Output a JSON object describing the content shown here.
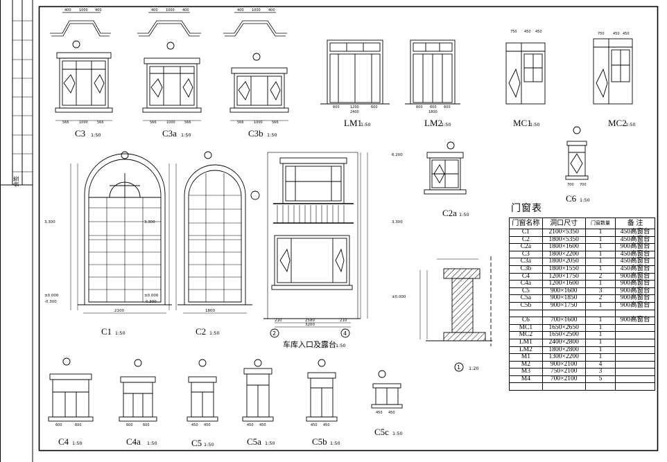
{
  "labels": {
    "C3": "C3",
    "C3a": "C3a",
    "C3b": "C3b",
    "LM1": "LM1",
    "LM2": "LM2",
    "MC1": "MC1",
    "MC2": "MC2",
    "C1": "C1",
    "C2": "C2",
    "C2a": "C2a",
    "C6": "C6",
    "garage": "车库入口及露台",
    "detail": "1:20",
    "C4": "C4",
    "C4a": "C4a",
    "C5": "C5",
    "C5a": "C5a",
    "C5b": "C5b",
    "C5c": "C5c",
    "scale": "1:50"
  },
  "table": {
    "title": "门窗表",
    "headers": [
      "门窗名称",
      "洞口尺寸",
      "门窗数量",
      "备  注"
    ],
    "rows": [
      [
        "C1",
        "2100×5350",
        "1",
        "450高窗台"
      ],
      [
        "C2",
        "1800×5350",
        "1",
        "450高窗台"
      ],
      [
        "C2a",
        "1800×1600",
        "1",
        "900高窗台"
      ],
      [
        "C3",
        "1800×2200",
        "1",
        "450高窗台"
      ],
      [
        "C3a",
        "1800×2050",
        "1",
        "450高窗台"
      ],
      [
        "C3b",
        "1800×1550",
        "1",
        "450高窗台"
      ],
      [
        "C4",
        "1200×1750",
        "2",
        "900高窗台"
      ],
      [
        "C4a",
        "1200×1600",
        "1",
        "900高窗台"
      ],
      [
        "C5",
        "900×1600",
        "3",
        "900高窗台"
      ],
      [
        "C5a",
        "900×1850",
        "2",
        "900高窗台"
      ],
      [
        "C5b",
        "900×1750",
        "1",
        "900高窗台"
      ],
      [
        "",
        "",
        "",
        ""
      ],
      [
        "C6",
        "700×1600",
        "1",
        "900高窗台"
      ],
      [
        "MC1",
        "1650×2650",
        "1",
        ""
      ],
      [
        "MC2",
        "1650×2500",
        "1",
        ""
      ],
      [
        "LM1",
        "2400×2800",
        "1",
        ""
      ],
      [
        "LM2",
        "1800×2800",
        "1",
        ""
      ],
      [
        "M1",
        "1300×2200",
        "1",
        ""
      ],
      [
        "M2",
        "900×2100",
        "4",
        ""
      ],
      [
        "M3",
        "750×2100",
        "3",
        ""
      ],
      [
        "M4",
        "700×2100",
        "5",
        ""
      ],
      [
        "",
        "",
        "",
        ""
      ]
    ]
  },
  "dims": {
    "d400": "400",
    "d1000": "1000",
    "d566": "566",
    "d600": "600",
    "d1200": "1200",
    "d2400": "2400",
    "d1800": "1800",
    "d750": "750",
    "d450": "450",
    "d2100": "2100",
    "d700": "700",
    "d2580": "2580",
    "d3200": "3200",
    "d210": "210",
    "l3300": "3.300",
    "l0000": "±0.000",
    "lm0300": "-0.300",
    "l6200": "6.200"
  },
  "axes": {
    "a2": "2",
    "a4": "4",
    "a1": "1"
  },
  "strip": {
    "s1": "会签"
  }
}
